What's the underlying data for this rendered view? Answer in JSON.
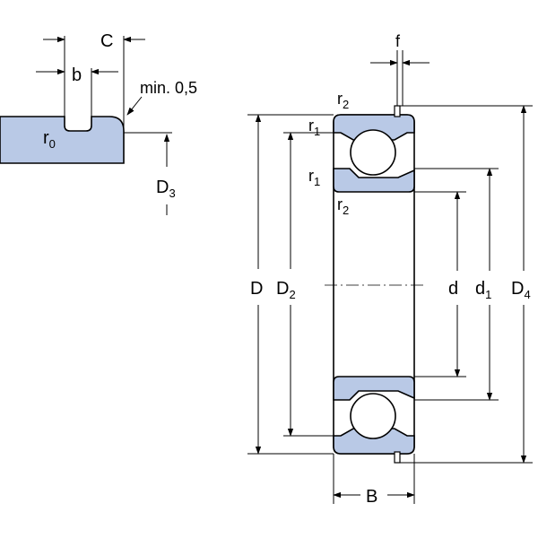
{
  "colors": {
    "section_fill": "#b9c9e6",
    "line": "#000000",
    "background": "#ffffff"
  },
  "detail": {
    "C": "C",
    "b": "b",
    "min": "min. 0,5",
    "r0_main": "r",
    "r0_sub": "0",
    "D3_main": "D",
    "D3_sub": "3"
  },
  "bearing": {
    "f": "f",
    "r2_top_main": "r",
    "r2_top_sub": "2",
    "r1_top_main": "r",
    "r1_top_sub": "1",
    "r1_mid_main": "r",
    "r1_mid_sub": "1",
    "r2_mid_main": "r",
    "r2_mid_sub": "2",
    "D": "D",
    "D2_main": "D",
    "D2_sub": "2",
    "d": "d",
    "d1_main": "d",
    "d1_sub": "1",
    "D4_main": "D",
    "D4_sub": "4",
    "B": "B"
  }
}
